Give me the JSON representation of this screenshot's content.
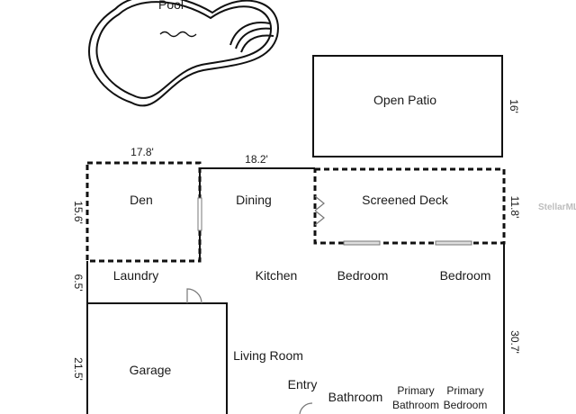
{
  "rooms": {
    "pool": "Pool",
    "open_patio": "Open Patio",
    "den": "Den",
    "dining": "Dining",
    "screened_deck": "Screened Deck",
    "laundry": "Laundry",
    "kitchen": "Kitchen",
    "bedroom_1": "Bedroom",
    "bedroom_2": "Bedroom",
    "garage": "Garage",
    "living_room": "Living Room",
    "entry": "Entry",
    "bathroom": "Bathroom",
    "primary_bathroom_line1": "Primary",
    "primary_bathroom_line2": "Bathroom",
    "primary_bedroom_line1": "Primary",
    "primary_bedroom_line2": "Bedroom"
  },
  "dimensions": {
    "patio_depth": "16'",
    "den_width": "17.8'",
    "dining_width": "18.2'",
    "den_depth": "15.6'",
    "deck_depth": "11.8'",
    "laundry_depth": "6.5'",
    "east_length": "30.7'",
    "garage_depth": "21.5'"
  },
  "watermark": "StellarMLS"
}
